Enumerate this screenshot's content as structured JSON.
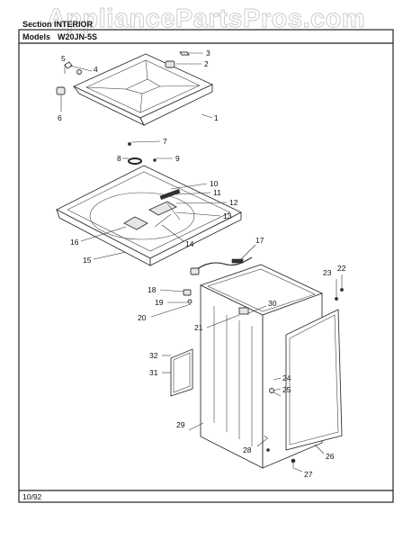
{
  "watermark": "AppliancePartsPros.com",
  "header": {
    "section_label": "Section",
    "section_value": "INTERIOR",
    "models_label": "Models",
    "models_value": "W20JN-5S"
  },
  "footer": {
    "date": "10/92"
  },
  "callouts": [
    "1",
    "2",
    "3",
    "4",
    "5",
    "6",
    "7",
    "8",
    "9",
    "10",
    "11",
    "12",
    "13",
    "14",
    "15",
    "16",
    "17",
    "18",
    "19",
    "20",
    "21",
    "22",
    "23",
    "24",
    "25",
    "26",
    "27",
    "28",
    "29",
    "30",
    "31",
    "32"
  ]
}
